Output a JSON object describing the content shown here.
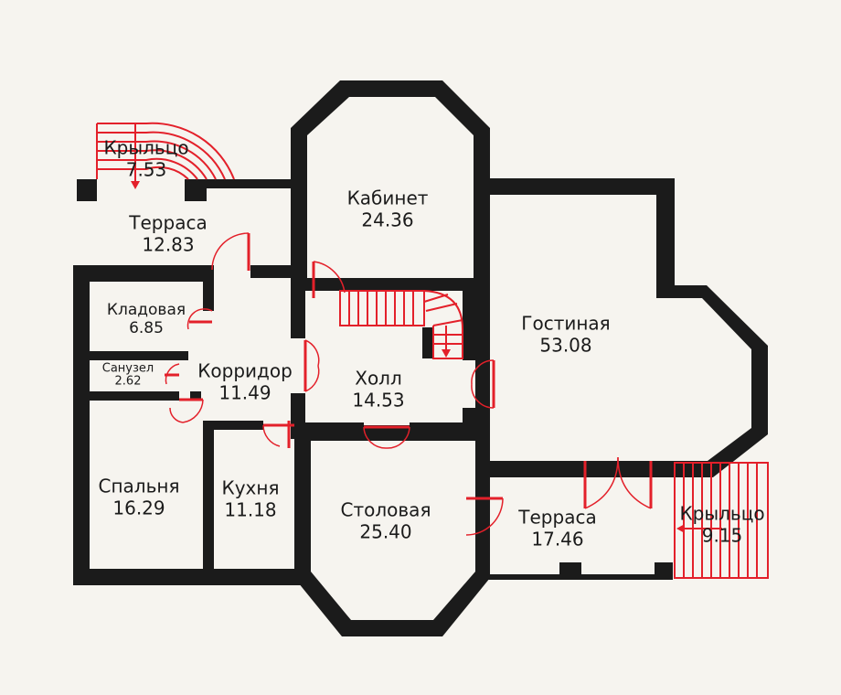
{
  "rooms": {
    "porch_top": {
      "name": "Крыльцо",
      "area": "7.53"
    },
    "terrace_top": {
      "name": "Терраса",
      "area": "12.83"
    },
    "study": {
      "name": "Кабинет",
      "area": "24.36"
    },
    "living": {
      "name": "Гостиная",
      "area": "53.08"
    },
    "pantry": {
      "name": "Кладовая",
      "area": "6.85"
    },
    "corridor": {
      "name": "Корридор",
      "area": "11.49"
    },
    "bathroom": {
      "name": "Санузел",
      "area": "2.62"
    },
    "hall": {
      "name": "Холл",
      "area": "14.53"
    },
    "bedroom": {
      "name": "Спальня",
      "area": "16.29"
    },
    "kitchen": {
      "name": "Кухня",
      "area": "11.18"
    },
    "dining": {
      "name": "Столовая",
      "area": "25.40"
    },
    "terrace_bottom": {
      "name": "Терраса",
      "area": "17.46"
    },
    "porch_right": {
      "name": "Крыльцо",
      "area": "9.15"
    }
  },
  "colors": {
    "wall": "#1b1b1b",
    "accent": "#e3202a",
    "background": "#f6f4ef"
  }
}
